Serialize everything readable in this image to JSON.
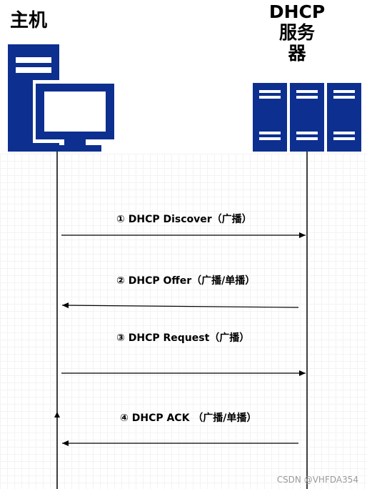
{
  "participants": {
    "host": {
      "label": "主机",
      "icon": "desktop-computer-icon"
    },
    "server": {
      "label_lines": [
        "DHCP",
        "服务",
        "器"
      ],
      "icon": "server-rack-icon"
    }
  },
  "messages": [
    {
      "text": "① DHCP Discover（广播）",
      "direction": "host-to-server"
    },
    {
      "text": "② DHCP Offer（广播/单播）",
      "direction": "server-to-host"
    },
    {
      "text": "③  DHCP  Request（广播）",
      "direction": "host-to-server"
    },
    {
      "text": "④  DHCP ACK （广播/单播）",
      "direction": "server-to-host"
    }
  ],
  "colors": {
    "icon": "#0d2f8f",
    "line": "#000000"
  },
  "watermark": "CSDN @VHFDA354"
}
